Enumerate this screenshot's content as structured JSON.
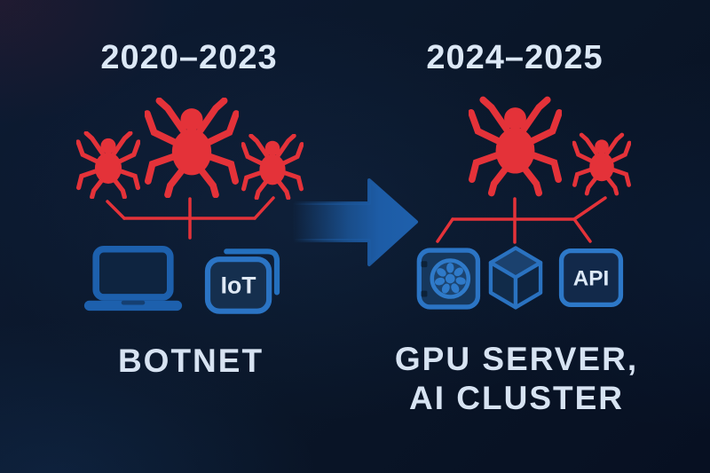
{
  "left_panel": {
    "period": "2020–2023",
    "label": "BOTNET",
    "spiders": [
      "small",
      "large",
      "small"
    ],
    "devices": [
      {
        "name": "laptop"
      },
      {
        "name": "iot-device",
        "label": "IoT"
      }
    ]
  },
  "right_panel": {
    "period": "2024–2025",
    "label_lines": [
      "GPU SERVER,",
      "AI CLUSTER"
    ],
    "spiders": [
      "large",
      "small"
    ],
    "devices": [
      {
        "name": "gpu-server"
      },
      {
        "name": "ai-cluster-cube"
      },
      {
        "name": "api-endpoint",
        "label": "API"
      }
    ]
  },
  "colors": {
    "background": "#0a1628",
    "spider_red": "#e43239",
    "arrow_blue": "#1c5aa2",
    "icon_blue": "#2b74c4",
    "icon_fill": "#152f4e",
    "text_light": "#dce8f6"
  }
}
